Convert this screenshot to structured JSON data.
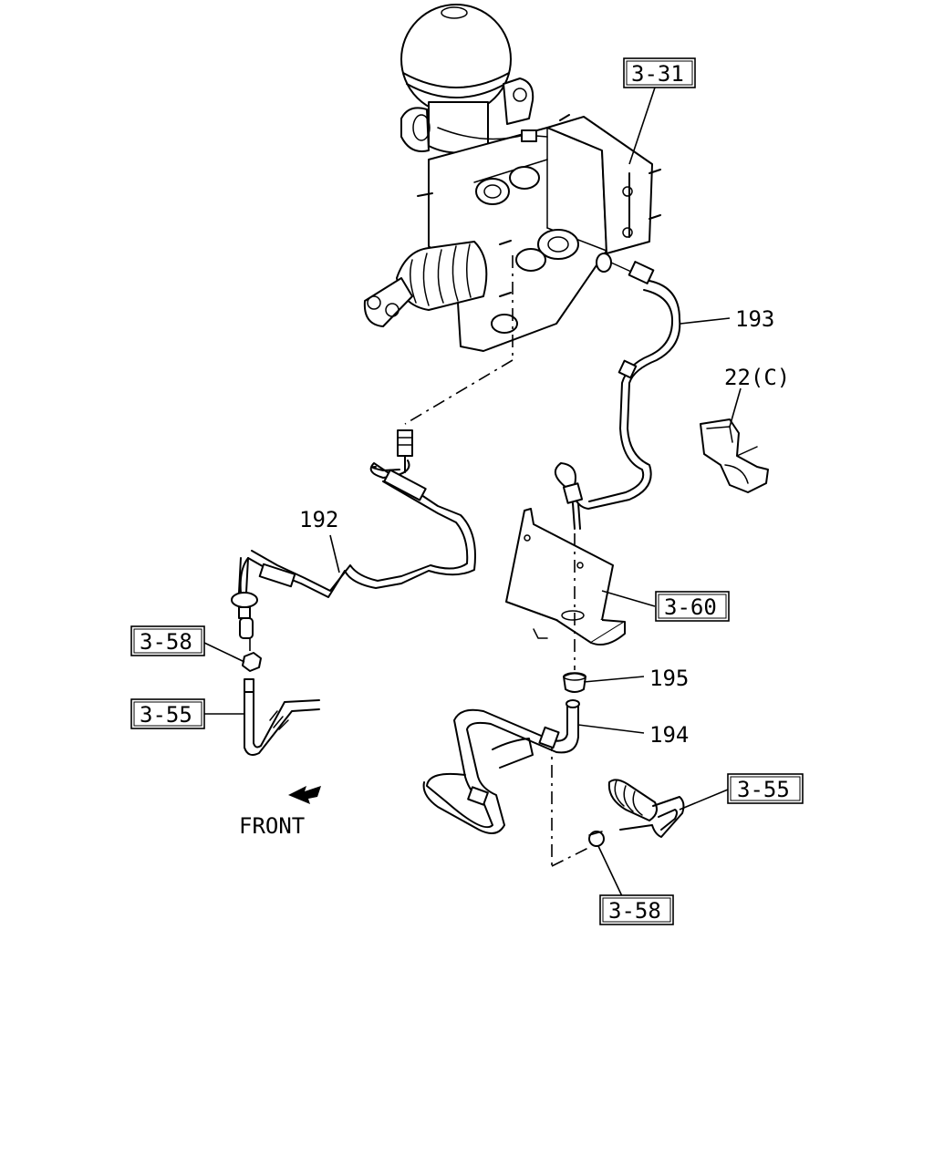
{
  "callouts": {
    "ref_3_31": "3-31",
    "ref_3_60": "3-60",
    "ref_3_58_left": "3-58",
    "ref_3_55_left": "3-55",
    "ref_3_55_right": "3-55",
    "ref_3_58_bottom": "3-58",
    "part_193": "193",
    "part_192": "192",
    "part_22c": "22(C)",
    "part_195": "195",
    "part_194": "194"
  },
  "direction_label": "FRONT"
}
